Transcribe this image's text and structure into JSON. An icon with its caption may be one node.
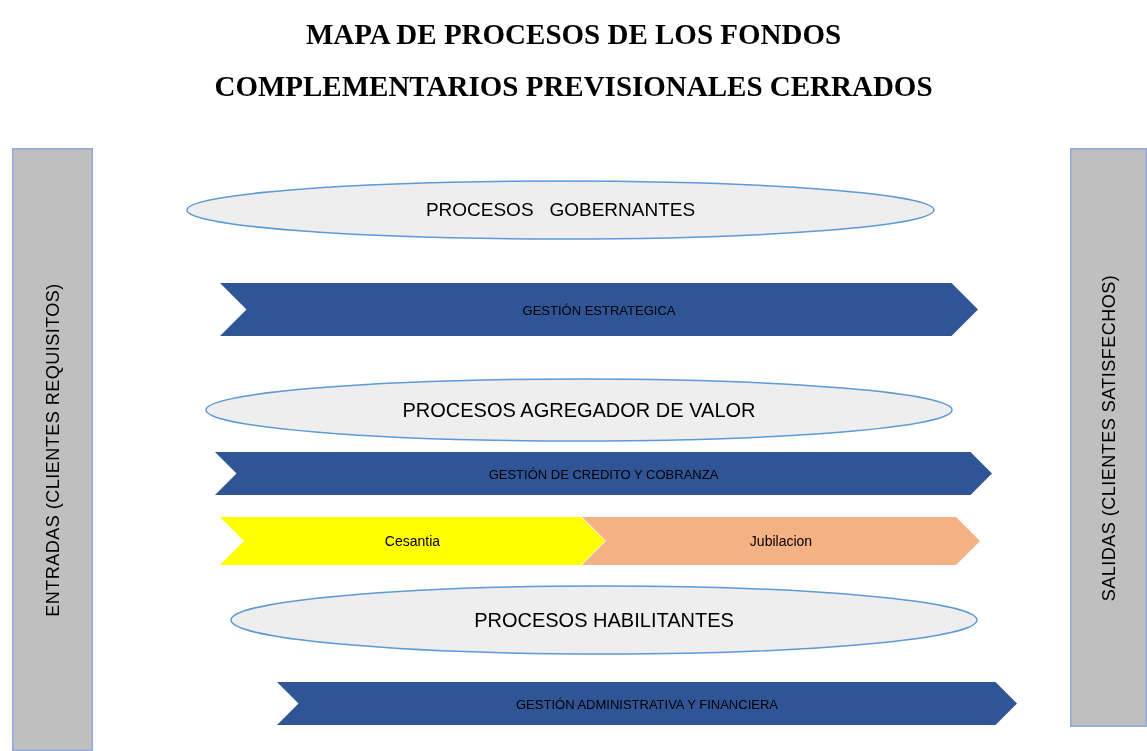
{
  "diagram": {
    "title": "MAPA DE PROCESOS DE LOS FONDOS COMPLEMENTARIOS PREVISIONALES CERRADOS",
    "nodes": [
      {
        "text": [
          "ENTRADAS (CLIENTES REQUISITOS)"
        ]
      },
      {
        "text": [
          "PROCESOS   GOBERNANTES"
        ]
      },
      {
        "text": [
          "GESTIÓN ESTRATEGICA"
        ]
      },
      {
        "text": [
          "PROCESOS AGREGADOR DE VALOR"
        ]
      },
      {
        "text": [
          "GESTIÓN DE CREDITO Y COBRANZA"
        ]
      },
      {
        "text": [
          "Cesantia"
        ]
      },
      {
        "text": [
          "Jubilacion"
        ]
      },
      {
        "text": [
          "PROCESOS HABILITANTES"
        ]
      },
      {
        "text": [
          "GESTIÓN ADMINISTRATIVA Y FINANCIERA"
        ]
      },
      {
        "text": [
          "SALIDAS (CLIENTES SATISFECHOS)"
        ]
      }
    ],
    "edges": []
  }
}
